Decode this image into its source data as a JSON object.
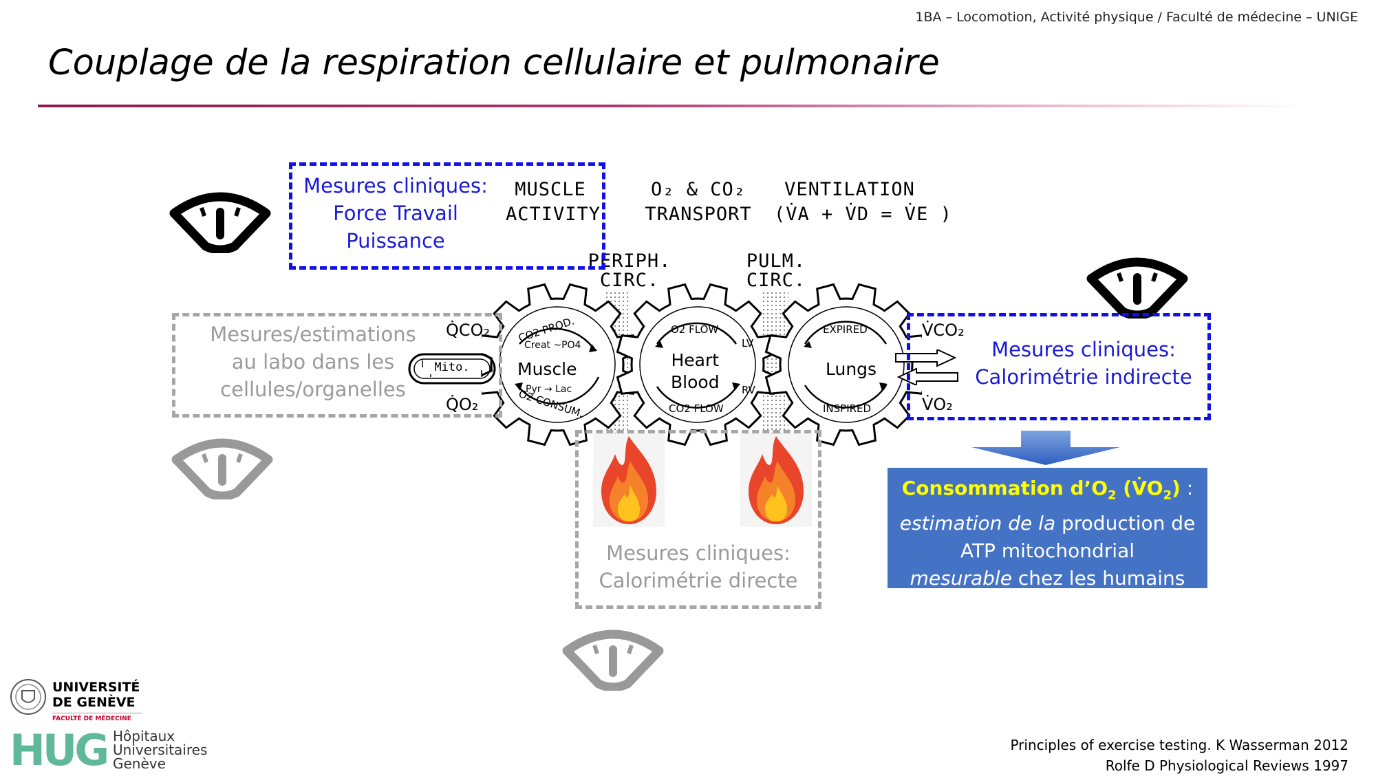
{
  "header": {
    "course": "1BA – Locomotion, Activité physique / Faculté de médecine – UNIGE"
  },
  "title": "Couplage de la respiration cellulaire et pulmonaire",
  "boxes": {
    "force": {
      "lines": [
        "Mesures cliniques:",
        "Force Travail",
        "Puissance"
      ]
    },
    "lab": {
      "lines": [
        "Mesures/estimations",
        "au labo dans les",
        "cellules/organelles"
      ]
    },
    "direct": {
      "lines": [
        "Mesures cliniques:",
        "Calorimétrie directe"
      ]
    },
    "indirect": {
      "lines": [
        "Mesures cliniques:",
        "Calorimétrie indirecte"
      ]
    }
  },
  "diagram": {
    "muscle_activity": [
      "MUSCLE",
      "ACTIVITY"
    ],
    "transport": [
      "O₂ & CO₂",
      "TRANSPORT"
    ],
    "ventilation": [
      "VENTILATION",
      "(V̇A + V̇D = V̇E )"
    ],
    "periph": [
      "PERIPH.",
      "CIRC."
    ],
    "pulm": [
      "PULM.",
      "CIRC."
    ],
    "qco2": "Q̇CO₂",
    "qo2": "Q̇O₂",
    "vco2": "V̇CO₂",
    "vo2": "V̇O₂",
    "mito": "Mito.",
    "muscle_gear": {
      "label": "Muscle",
      "top_arc": "CO2 PROD.",
      "sub_top": "Creat ~PO4",
      "sub_bottom": "Pyr → Lac",
      "bottom_arc": "O2 CONSUM."
    },
    "heart_gear": {
      "label": [
        "Heart",
        "Blood"
      ],
      "top_arc": "O2 FLOW",
      "bottom_arc": "CO2 FLOW",
      "lv": "LV",
      "rv": "RV"
    },
    "lungs_gear": {
      "label": "Lungs",
      "top_arc": "EXPIRED",
      "bottom_arc": "INSPIRED"
    }
  },
  "result": {
    "title_prefix": "Consommation d’O",
    "title_sub": "2",
    "title_paren_open": " (V̇O",
    "title_paren_sub": "2",
    "title_paren_close": ")",
    "title_colon": " :",
    "line1_italic": "estimation de la",
    "line1_rest": " production de",
    "line2": "ATP mitochondrial",
    "line3_italic": "mesurable",
    "line3_rest": " chez les humains"
  },
  "references": [
    "Principles of exercise testing. K Wasserman 2012",
    "Rolfe D Physiological Reviews 1997"
  ],
  "logos": {
    "unige_line1": "UNIVERSITÉ",
    "unige_line2": "DE GENÈVE",
    "unige_faculty": "FACULTÉ DE MÉDECINE",
    "hug_letters": "HUG",
    "hug_line1": "Hôpitaux",
    "hug_line2": "Universitaires",
    "hug_line3": "Genève"
  },
  "colors": {
    "accent_blue": "#1010e8",
    "result_bg": "#4472c4",
    "result_title": "#ffff00",
    "grey": "#a6a6a6",
    "title_rule": "#8a1a4e"
  }
}
